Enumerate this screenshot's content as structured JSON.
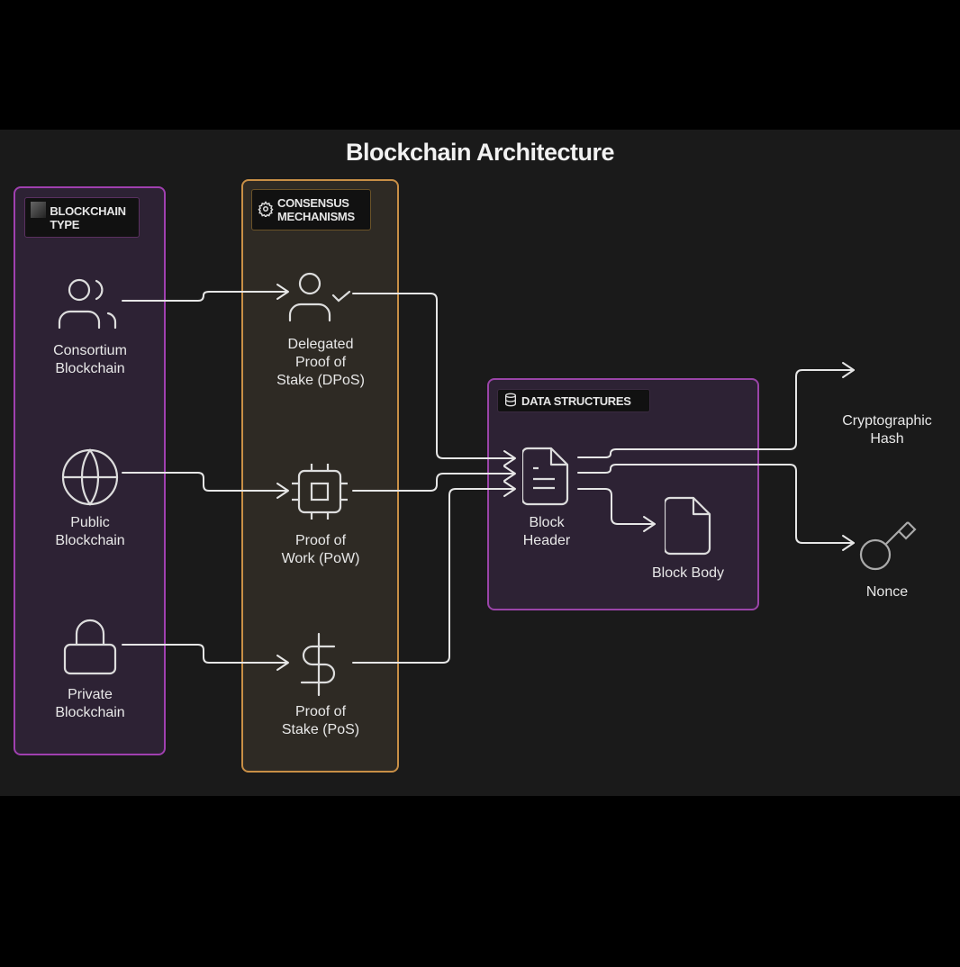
{
  "title": "Blockchain Architecture",
  "groups": {
    "blockchain_type": {
      "label": "BLOCKCHAIN TYPE",
      "accent": "#a040b0",
      "nodes": [
        {
          "label": "Consortium\nBlockchain",
          "icon": "users-icon"
        },
        {
          "label": "Public\nBlockchain",
          "icon": "globe-icon"
        },
        {
          "label": "Private\nBlockchain",
          "icon": "lock-icon"
        }
      ]
    },
    "consensus": {
      "label": "CONSENSUS MECHANISMS",
      "icon": "gear-icon",
      "accent": "#c88f46",
      "nodes": [
        {
          "label": "Delegated\nProof of\nStake (DPoS)",
          "icon": "user-check-icon"
        },
        {
          "label": "Proof of\nWork (PoW)",
          "icon": "cpu-icon"
        },
        {
          "label": "Proof of\nStake (PoS)",
          "icon": "dollar-icon"
        }
      ]
    },
    "data_structures": {
      "label": "DATA STRUCTURES",
      "icon": "database-icon",
      "accent": "#9a44a8",
      "nodes": [
        {
          "label": "Block\nHeader",
          "icon": "file-text-icon"
        },
        {
          "label": "Block Body",
          "icon": "file-icon"
        }
      ]
    }
  },
  "outputs": [
    {
      "label": "Cryptographic\nHash"
    },
    {
      "label": "Nonce",
      "icon": "key-icon"
    }
  ],
  "edges": [
    {
      "from": "Consortium Blockchain",
      "to": "Delegated Proof of Stake (DPoS)"
    },
    {
      "from": "Public Blockchain",
      "to": "Proof of Work (PoW)"
    },
    {
      "from": "Private Blockchain",
      "to": "Proof of Stake (PoS)"
    },
    {
      "from": "Delegated Proof of Stake (DPoS)",
      "to": "Block Header"
    },
    {
      "from": "Proof of Work (PoW)",
      "to": "Block Header"
    },
    {
      "from": "Proof of Stake (PoS)",
      "to": "Block Header"
    },
    {
      "from": "Block Header",
      "to": "Cryptographic Hash"
    },
    {
      "from": "Block Header",
      "to": "Nonce"
    },
    {
      "from": "Block Header",
      "to": "Block Body"
    }
  ]
}
